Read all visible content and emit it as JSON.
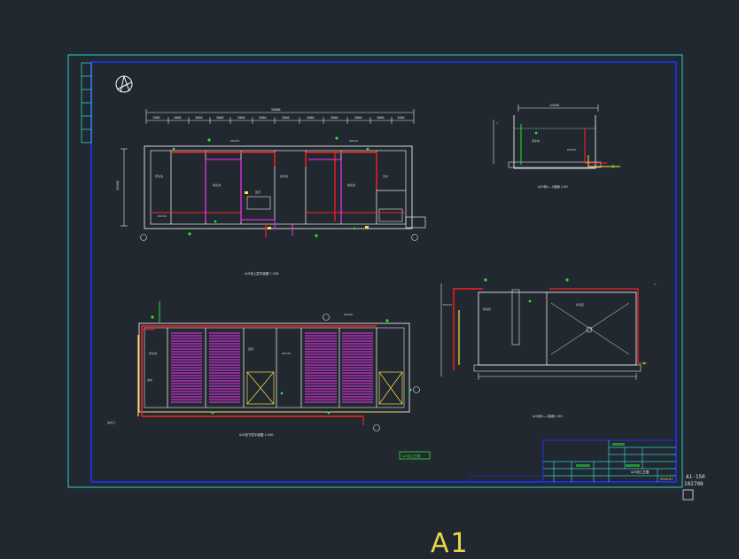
{
  "sheet": {
    "size_label": "A1",
    "drawing_no": "A1-150",
    "drawing_date": "102708",
    "stamp_text": "A/O池工艺图"
  },
  "views": {
    "plan_top": "A/O池上层平面图 1:100",
    "plan_bottom": "A/O池下层平面图 1:100",
    "section_1": "A/O池1—1剖面 1:50",
    "section_2": "A/O池2—2剖面 1:50"
  },
  "title_block": {
    "project": "A/O池工艺图",
    "date": "2010.07"
  },
  "colors": {
    "background": "#212830",
    "outer_frame": "#2fd0d0",
    "inner_frame": "#1f2fd8",
    "pipe_red": "#ff2020",
    "pipe_magenta": "#ff30ff",
    "dims": "#e8e8e8",
    "accent_yellow": "#ffe040",
    "accent_green": "#30e030"
  },
  "icons": {
    "north_arrow": "north-arrow-icon"
  }
}
